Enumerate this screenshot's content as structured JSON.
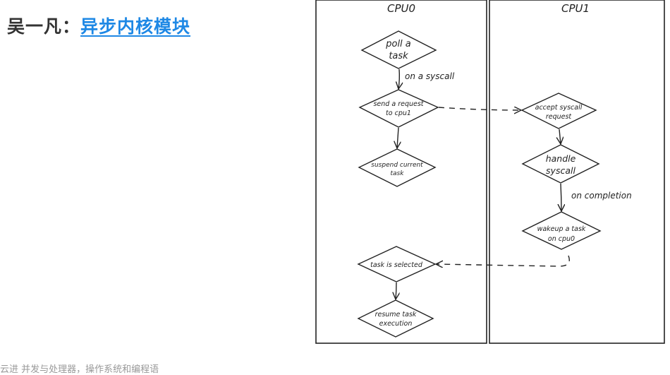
{
  "title": {
    "author": "吴一凡：",
    "link_text": "异步内核模块"
  },
  "footer": "云进 并发与处理器，操作系统和编程语",
  "diagram": {
    "lanes": [
      {
        "label": "CPU0"
      },
      {
        "label": "CPU1"
      }
    ],
    "cpu0_nodes": {
      "poll": [
        "poll a",
        "task"
      ],
      "send": [
        "send a request",
        "to cpu1"
      ],
      "suspend": [
        "suspend current",
        "task"
      ],
      "selected": [
        "task is selected"
      ],
      "resume": [
        "resume task",
        "execution"
      ]
    },
    "cpu1_nodes": {
      "accept": [
        "accept syscall",
        "request"
      ],
      "handle": [
        "handle",
        "syscall"
      ],
      "wakeup": [
        "wakeup a task",
        "on cpu0"
      ]
    },
    "edge_labels": {
      "on_syscall": "on a syscall",
      "on_completion": "on completion"
    }
  }
}
